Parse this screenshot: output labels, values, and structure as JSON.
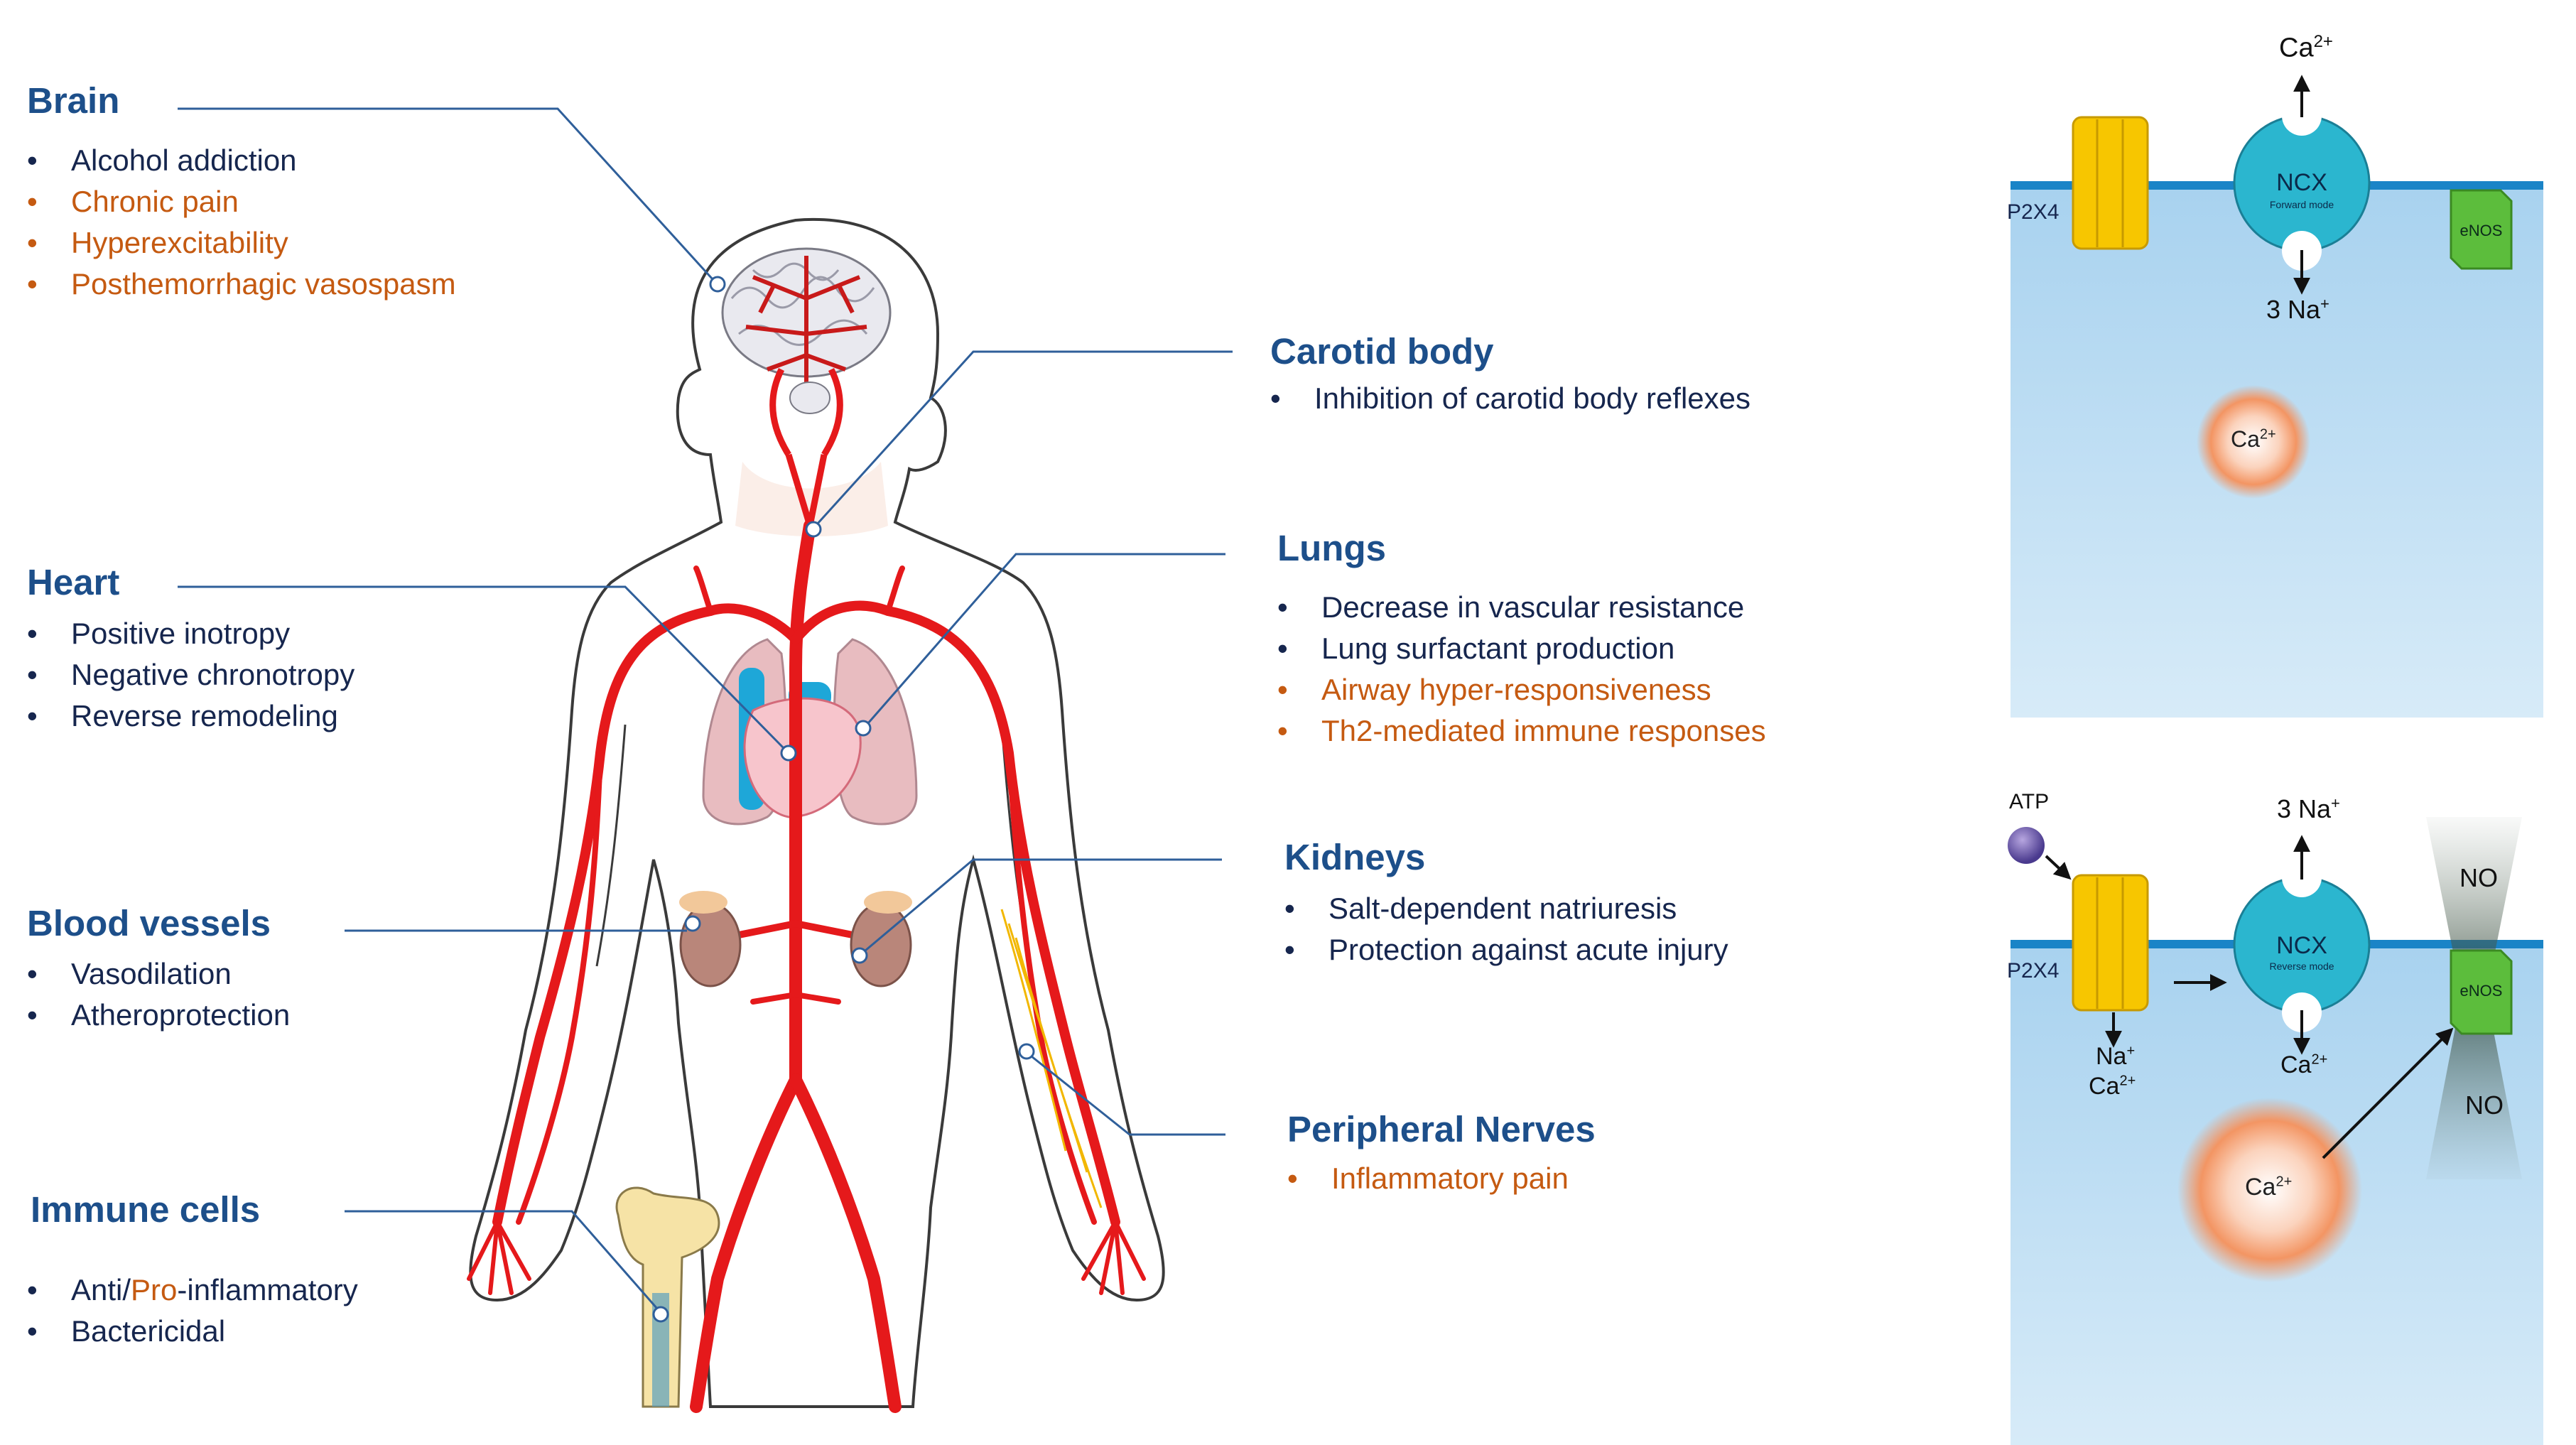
{
  "organs": {
    "brain": {
      "title": "Brain",
      "items": [
        {
          "text": "Alcohol addiction",
          "color": "#16264e"
        },
        {
          "text": "Chronic pain",
          "color": "#c55a11"
        },
        {
          "text": "Hyperexcitability",
          "color": "#c55a11"
        },
        {
          "text": "Posthemorrhagic vasospasm",
          "color": "#c55a11"
        }
      ]
    },
    "heart": {
      "title": "Heart",
      "items": [
        {
          "text": "Positive inotropy",
          "color": "#16264e"
        },
        {
          "text": "Negative chronotropy",
          "color": "#16264e"
        },
        {
          "text": "Reverse remodeling",
          "color": "#16264e"
        }
      ]
    },
    "blood_vessels": {
      "title": "Blood vessels",
      "items": [
        {
          "text": "Vasodilation",
          "color": "#16264e"
        },
        {
          "text": "Atheroprotection",
          "color": "#16264e"
        }
      ]
    },
    "immune_cells": {
      "title": "Immune cells",
      "item1_part1": "Anti/",
      "item1_part2": "Pro",
      "item1_part3": "-inflammatory",
      "item2": "Bactericidal"
    },
    "carotid_body": {
      "title": "Carotid body",
      "items": [
        {
          "text": "Inhibition of carotid body reflexes",
          "color": "#16264e"
        }
      ]
    },
    "lungs": {
      "title": "Lungs",
      "items": [
        {
          "text": "Decrease in vascular resistance",
          "color": "#16264e"
        },
        {
          "text": "Lung surfactant production",
          "color": "#16264e"
        },
        {
          "text": "Airway hyper-responsiveness",
          "color": "#c55a11"
        },
        {
          "text": "Th2-mediated immune responses",
          "color": "#c55a11"
        }
      ]
    },
    "kidneys": {
      "title": "Kidneys",
      "items": [
        {
          "text": "Salt-dependent natriuresis",
          "color": "#16264e"
        },
        {
          "text": "Protection against acute injury",
          "color": "#16264e"
        }
      ]
    },
    "peripheral_nerves": {
      "title": "Peripheral Nerves",
      "items": [
        {
          "text": "Inflammatory pain",
          "color": "#c55a11"
        }
      ]
    }
  },
  "cell_top": {
    "p2x4": "P2X4",
    "ncx_name": "NCX",
    "ncx_mode": "Forward mode",
    "enos": "eNOS",
    "ca_out": "Ca",
    "ca_out_sup": "2+",
    "na_in": "3 Na",
    "na_in_sup": "+",
    "ca_cyto": "Ca",
    "ca_cyto_sup": "2+"
  },
  "cell_bottom": {
    "atp": "ATP",
    "p2x4": "P2X4",
    "na_out": "3 Na",
    "na_out_sup": "+",
    "ncx_name": "NCX",
    "ncx_mode": "Reverse mode",
    "enos": "eNOS",
    "no_top": "NO",
    "no_bottom": "NO",
    "p2x4_na": "Na",
    "p2x4_na_sup": "+",
    "p2x4_ca": "Ca",
    "p2x4_ca_sup": "2+",
    "ncx_ca": "Ca",
    "ncx_ca_sup": "2+",
    "ca_cyto": "Ca",
    "ca_cyto_sup": "2+"
  },
  "colors": {
    "title": "#1d4f8a",
    "navy": "#16264e",
    "orange": "#c55a11",
    "artery": "#e5191b",
    "membrane": "#1a84c7",
    "cytoplasm": "#bcdcf2",
    "channel": "#f7c600",
    "ncx": "#2bb6cf",
    "enos": "#5cbd3c"
  }
}
